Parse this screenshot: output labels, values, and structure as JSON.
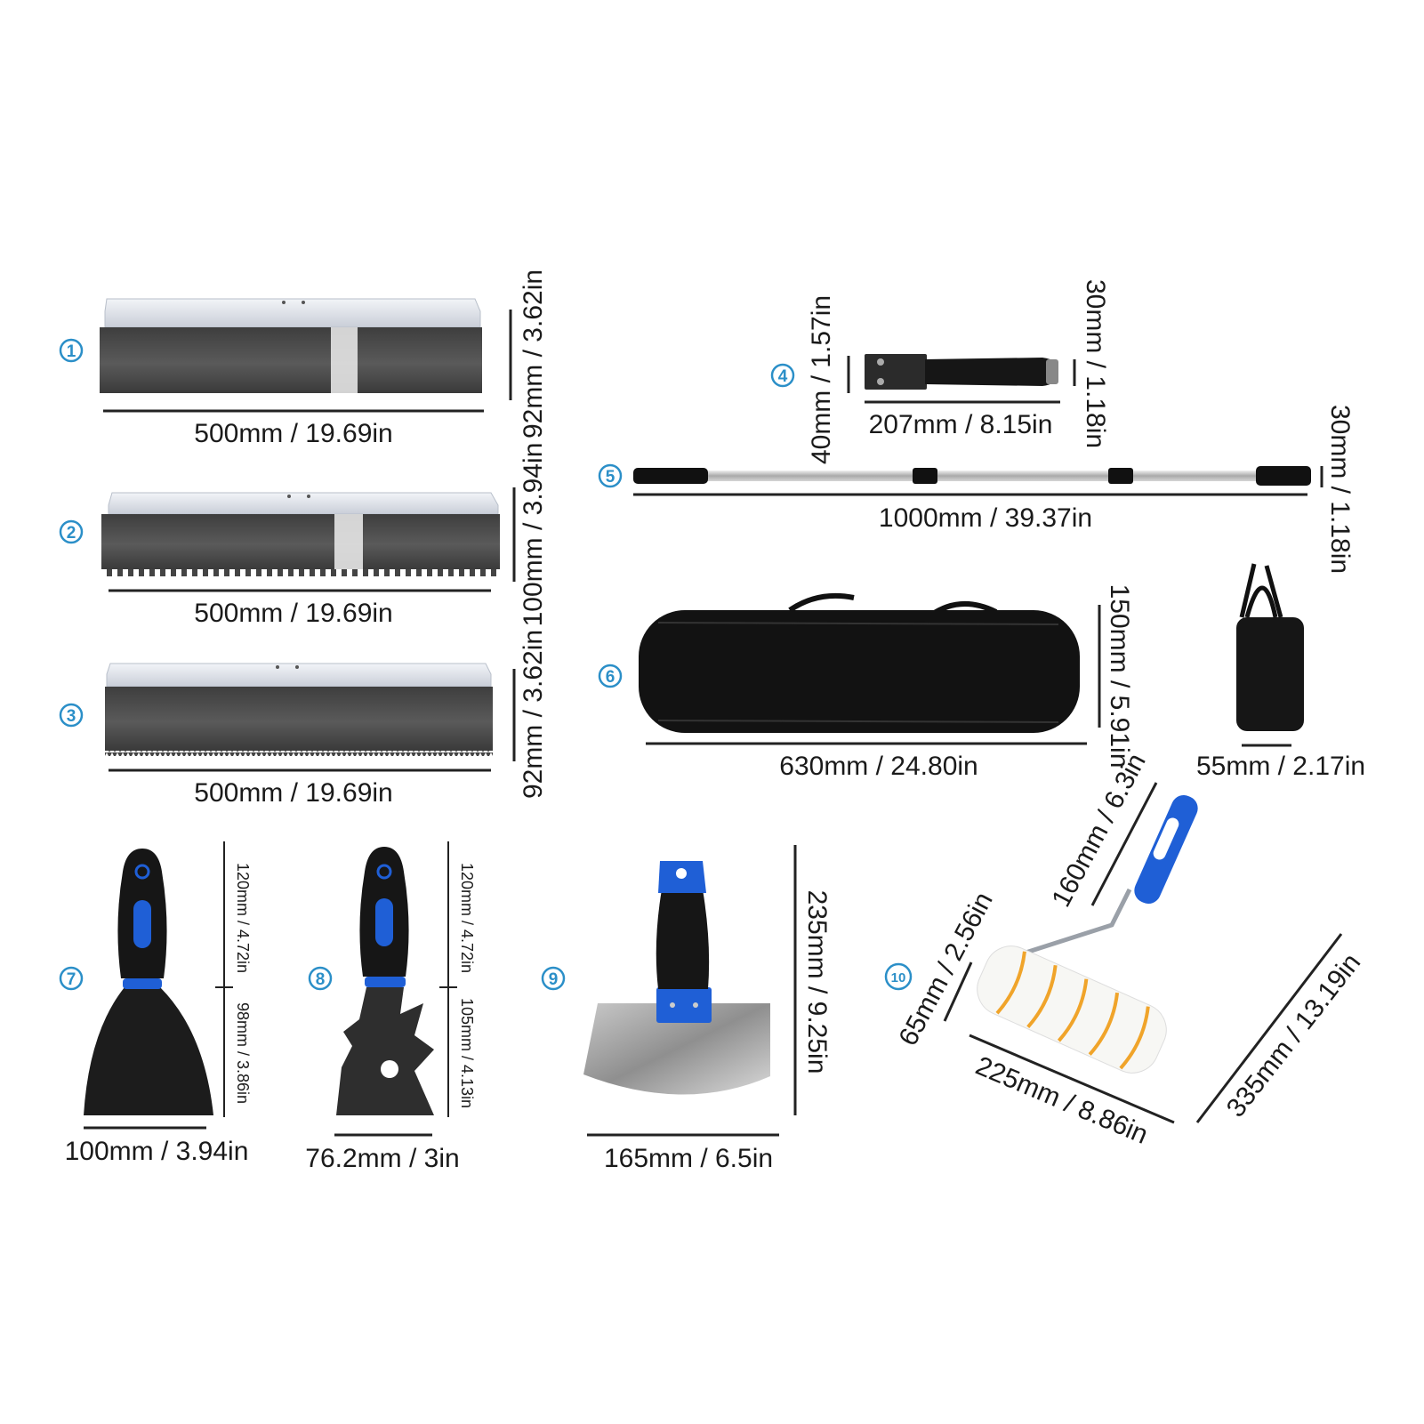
{
  "colors": {
    "badge": "#2b8fc8",
    "handle_blue": "#1f5fd6",
    "handle_black": "#161616",
    "steel_dark": "#4c4c4c",
    "aluminium": "#dfe3ea",
    "roller_stripe": "#f0a42a"
  },
  "items": [
    {
      "number": "1",
      "name": "flat-blade-trowel",
      "width_label": "500mm / 19.69in",
      "height_label": "92mm / 3.62in"
    },
    {
      "number": "2",
      "name": "notched-trowel-square",
      "width_label": "500mm / 19.69in",
      "height_label": "100mm / 3.94in"
    },
    {
      "number": "3",
      "name": "notched-trowel-fine",
      "width_label": "500mm / 19.69in",
      "height_label": "92mm / 3.62in"
    },
    {
      "number": "4",
      "name": "handle-scraper",
      "width_label": "207mm / 8.15in",
      "height_label": "40mm / 1.57in",
      "depth_label": "30mm / 1.18in"
    },
    {
      "number": "5",
      "name": "extension-pole",
      "width_label": "1000mm / 39.37in",
      "height_label": "30mm / 1.18in"
    },
    {
      "number": "6",
      "name": "carry-bag",
      "width_label": "630mm / 24.80in",
      "height_label": "150mm / 5.91in",
      "depth_label": "55mm / 2.17in"
    },
    {
      "number": "7",
      "name": "putty-knife",
      "width_label": "100mm / 3.94in",
      "handle_label": "120mm / 4.72in",
      "blade_label": "98mm / 3.86in"
    },
    {
      "number": "8",
      "name": "multi-tool-scraper",
      "width_label": "76.2mm / 3in",
      "handle_label": "120mm / 4.72in",
      "blade_label": "105mm / 4.13in"
    },
    {
      "number": "9",
      "name": "taping-knife",
      "width_label": "165mm / 6.5in",
      "height_label": "235mm / 9.25in"
    },
    {
      "number": "10",
      "name": "paint-roller",
      "handle_label": "160mm / 6.3in",
      "diameter_label": "65mm / 2.56in",
      "length_label": "225mm / 8.86in",
      "total_label": "335mm / 13.19in"
    }
  ]
}
